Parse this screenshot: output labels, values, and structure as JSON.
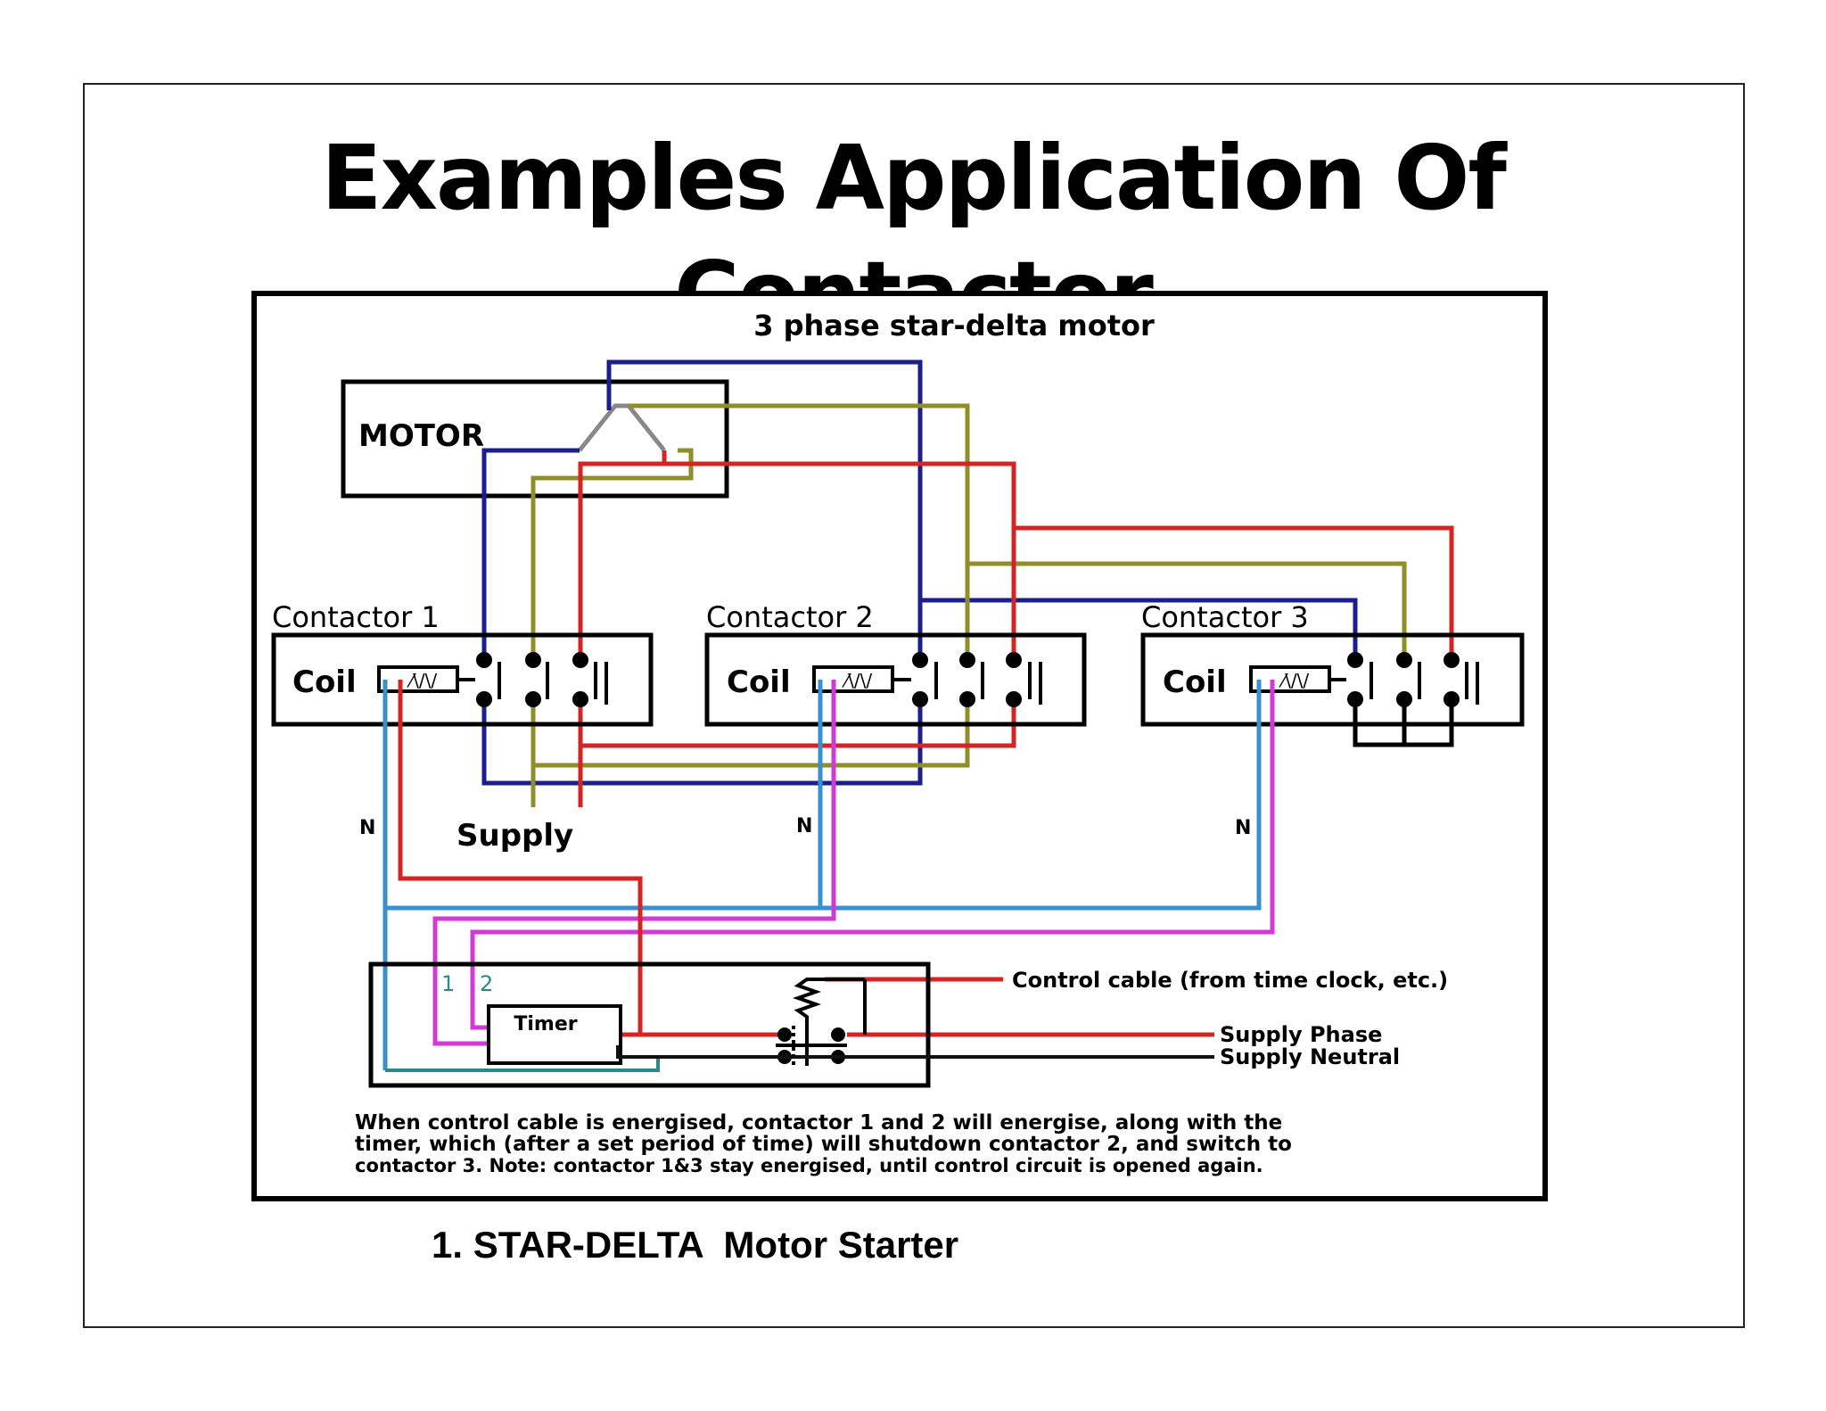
{
  "slide": {
    "title_line1": "Examples Application Of",
    "title_line2": "Contactor",
    "caption": "1. STAR-DELTA  Motor Starter"
  },
  "diagram": {
    "heading": "3 phase star-delta motor",
    "motor_label": "MOTOR",
    "contactors": [
      {
        "label": "Contactor 1",
        "coil": "Coil"
      },
      {
        "label": "Contactor 2",
        "coil": "Coil"
      },
      {
        "label": "Contactor 3",
        "coil": "Coil"
      }
    ],
    "supply_label": "Supply",
    "neutral_label": "N",
    "timer_label": "Timer",
    "terminal_1": "1",
    "terminal_2": "2",
    "control_cable": "Control cable (from time clock, etc.)",
    "supply_phase": "Supply Phase",
    "supply_neutral": "Supply Neutral",
    "note_lines": [
      "When control cable is energised, contactor 1 and 2 will energise, along with the",
      "timer, which (after a set period of time) will shutdown contactor 2, and switch to",
      "contactor 3. Note: contactor 1&3 stay energised, until control circuit is opened again."
    ],
    "colors": {
      "blue": "#1a1f8c",
      "olive": "#8f8f2a",
      "red": "#d42424",
      "cyan": "#3a8fd0",
      "magenta": "#d23ad8",
      "teal": "#2c8a86",
      "black": "#111111"
    }
  }
}
